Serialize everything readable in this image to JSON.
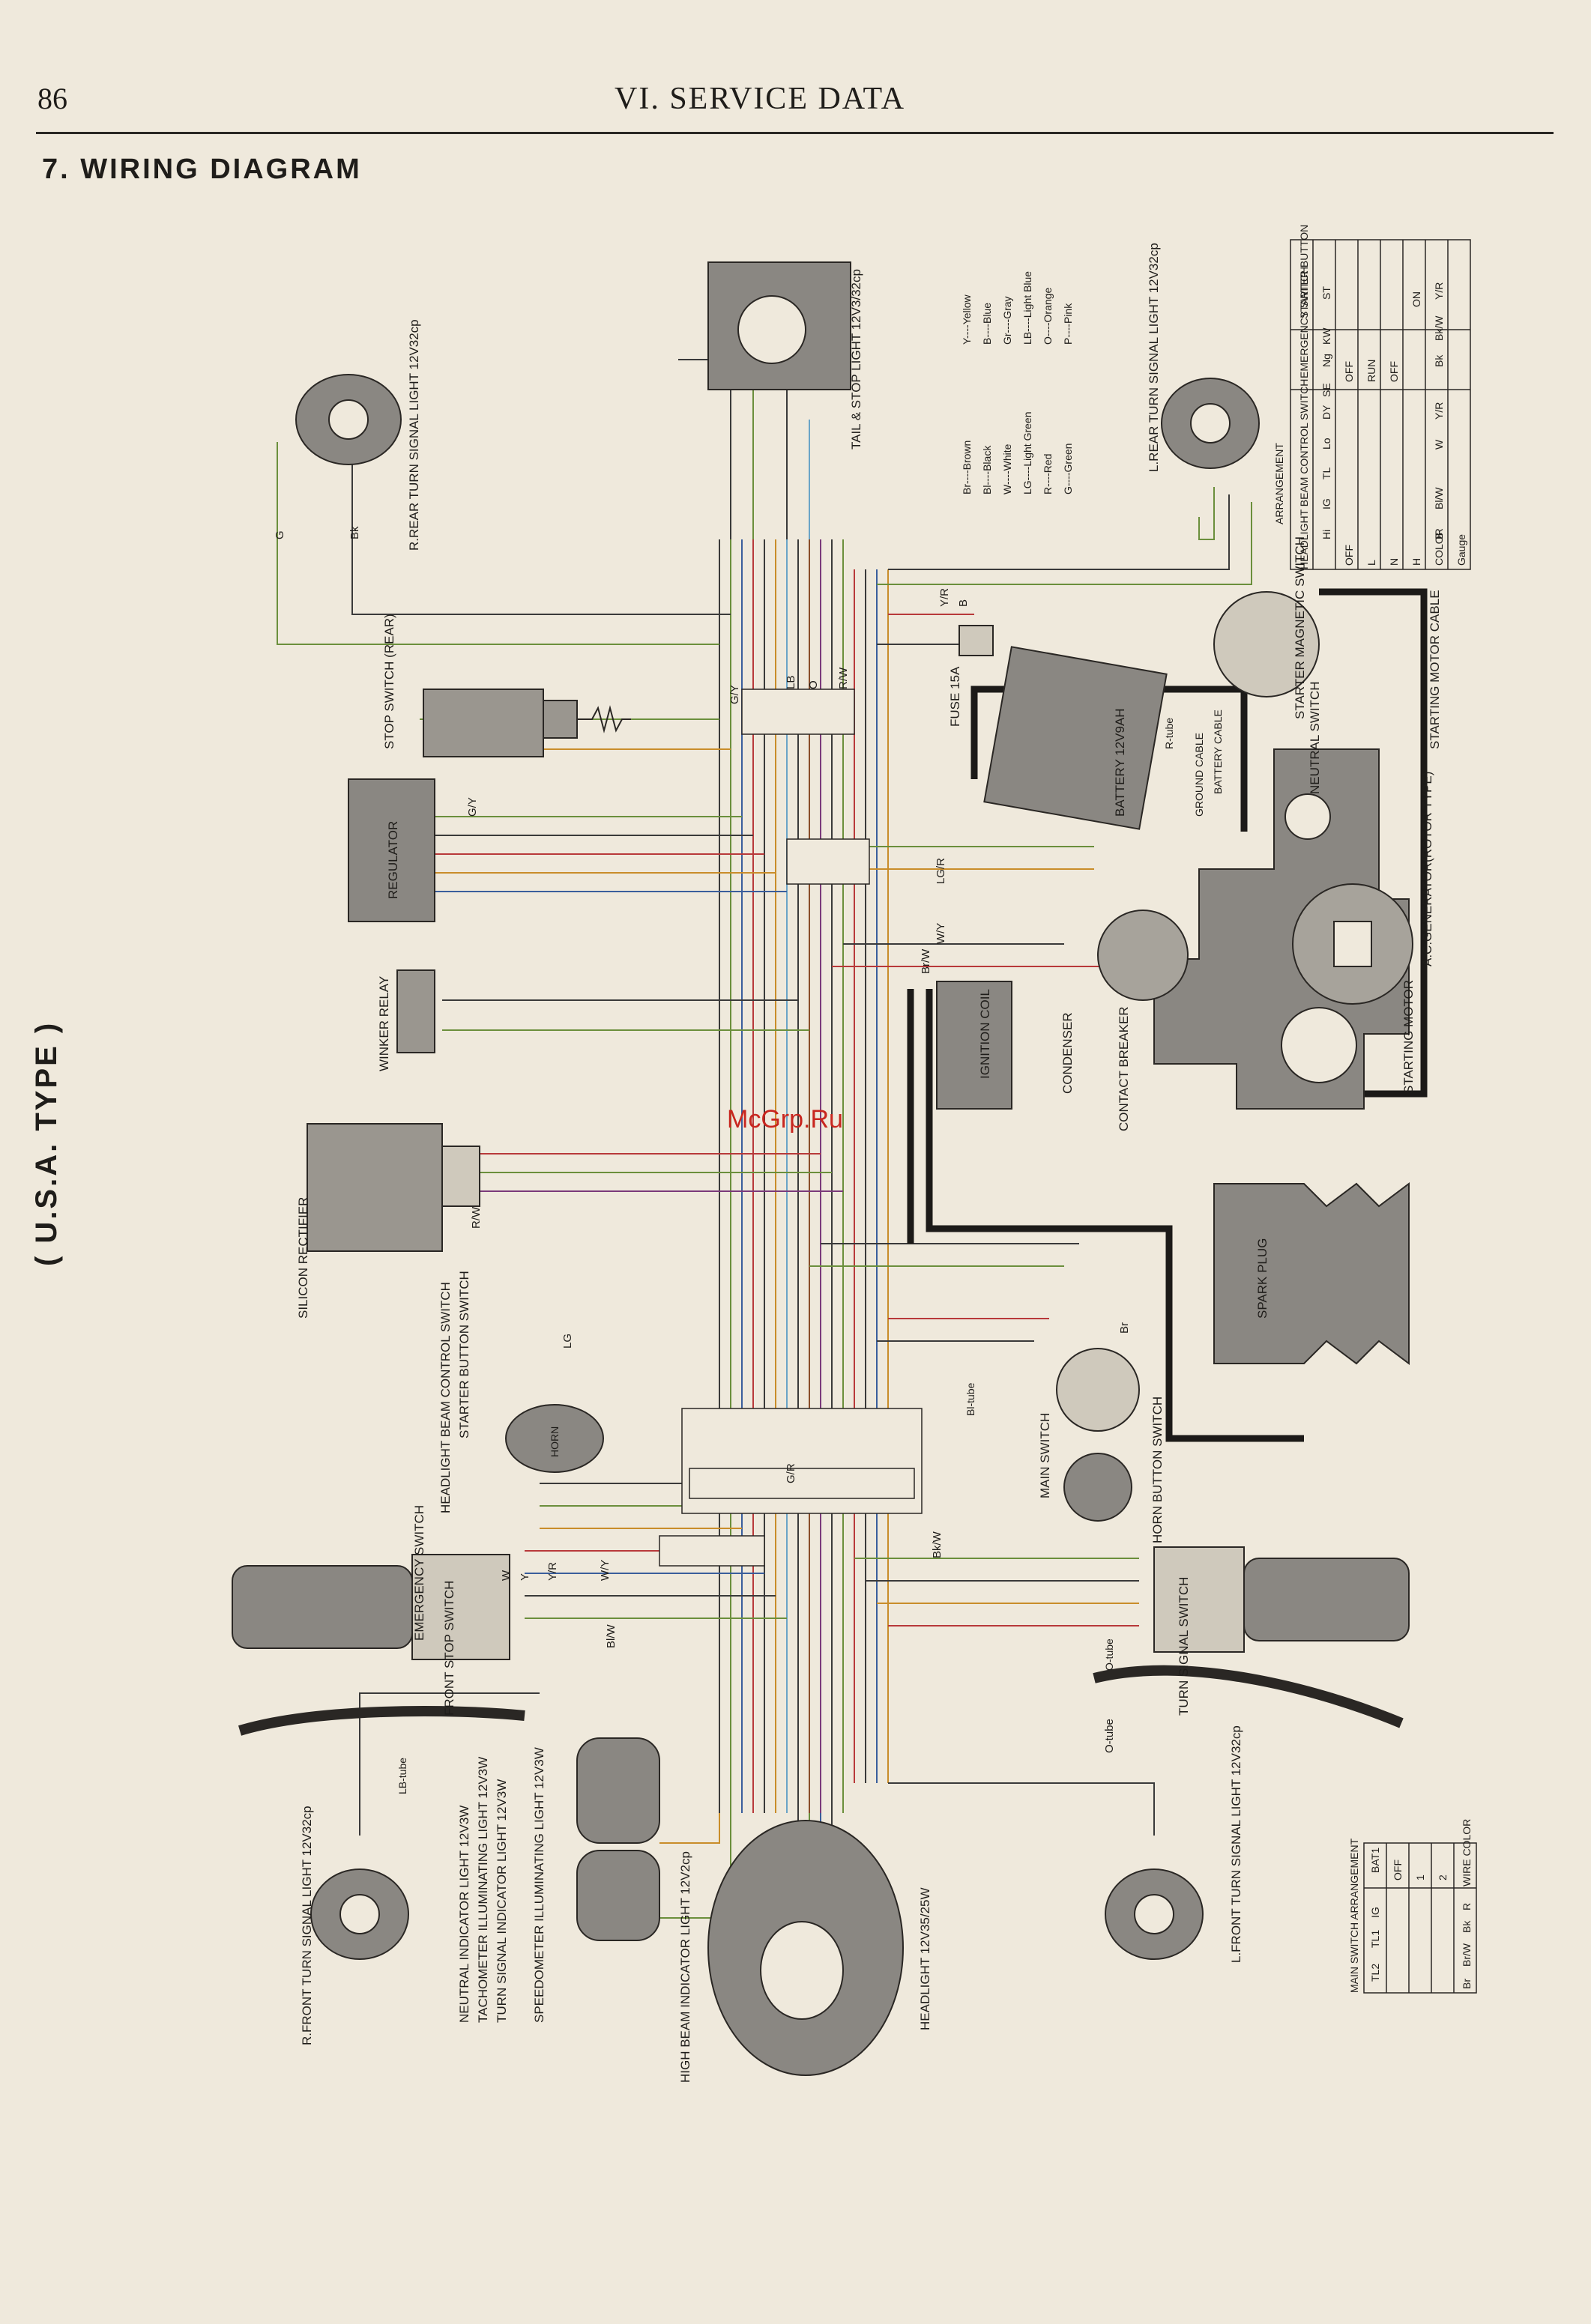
{
  "header": {
    "page_number": "86",
    "title": "VI. SERVICE DATA",
    "section_title": "7. WIRING DIAGRAM",
    "type_label": "( U.S.A. TYPE )",
    "watermark": "McGrp.Ru"
  },
  "components": {
    "r_rear_turn": "R.REAR TURN SIGNAL LIGHT 12V32cp",
    "tail_stop": "TAIL & STOP LIGHT 12V3/32cp",
    "l_rear_turn": "L.REAR TURN SIGNAL LIGHT 12V32cp",
    "stop_switch": "STOP SWITCH (REAR)",
    "regulator": "REGULATOR",
    "fuse": "FUSE 15A",
    "battery": "BATTERY 12V9AH",
    "ground_cable": "GROUND CABLE",
    "battery_cable": "BATTERY CABLE",
    "r_tube": "R-tube",
    "starter_magnetic": "STARTER MAGNETIC SWITCH",
    "starting_motor_cable": "STARTING MOTOR CABLE",
    "neutral_switch": "NEUTRAL SWITCH",
    "ac_generator": "A.C.GENERATOR(ROTOR TYPE)",
    "starting_motor": "STARTING MOTOR",
    "winker_relay": "WINKER RELAY",
    "ignition_coil": "IGNITION COIL",
    "condenser": "CONDENSER",
    "contact_breaker": "CONTACT BREAKER",
    "spark_plug": "SPARK PLUG",
    "silicon_rectifier": "SILICON RECTIFIER",
    "headlight_beam_control": "HEADLIGHT BEAM CONTROL SWITCH",
    "starter_button": "STARTER BUTTON SWITCH",
    "horn": "HORN",
    "main_switch": "MAIN SWITCH",
    "horn_button": "HORN BUTTON SWITCH",
    "emergency_switch": "EMERGENCY SWITCH",
    "front_stop": "FRONT STOP SWITCH",
    "turn_signal_switch": "TURN SIGNAL SWITCH",
    "r_front_turn": "R.FRONT TURN SIGNAL LIGHT 12V32cp",
    "l_front_turn": "L.FRONT TURN SIGNAL LIGHT 12V32cp",
    "neutral_ind": "NEUTRAL INDICATOR LIGHT 12V3W",
    "tacho_illum": "TACHOMETER ILLUMINATING LIGHT 12V3W",
    "turn_ind": "TURN SIGNAL INDICATOR LIGHT 12V3W",
    "speedo_illum": "SPEEDOMETER ILLUMINATING LIGHT 12V3W",
    "high_beam_ind": "HIGH BEAM INDICATOR LIGHT 12V2cp",
    "headlight": "HEADLIGHT 12V35/25W",
    "lb_tube": "LB-tube",
    "o_tube": "O-tube",
    "bl_tube": "Bl-tube"
  },
  "color_legend": {
    "left": [
      "Br----Brown",
      "Bl----Black",
      "W----White",
      "LG----Light Green",
      "R----Red",
      "G----Green"
    ],
    "right": [
      "Y----Yellow",
      "B----Blue",
      "Gr----Gray",
      "LB----Light Blue",
      "O----Orange",
      "P----Pink"
    ]
  },
  "switch_arrangement": {
    "title": "ARRANGEMENT",
    "groups": [
      "HEADLIGHT BEAM CONTROL SWITCH",
      "EMERGENCY SWITCH",
      "STARTER BUTTON"
    ],
    "columns": [
      "Hi",
      "IG",
      "TL",
      "Lo",
      "DY",
      "SE",
      "Ng",
      "KW",
      "ST"
    ],
    "rows": [
      "OFF",
      "L",
      "N",
      "H",
      "COLOR",
      "Gauge"
    ],
    "switch_rows": [
      "OFF",
      "RUN",
      "OFF",
      "ON"
    ],
    "colors": [
      "B",
      "Bl/W",
      "W",
      "Y/R",
      "Bk",
      "Bk/W",
      "Y/R"
    ]
  },
  "main_switch_arrangement": {
    "title": "MAIN SWITCH ARRANGEMENT",
    "columns": [
      "BAT1",
      "IG",
      "TL1",
      "TL2"
    ],
    "rows": [
      "OFF",
      "1",
      "2"
    ],
    "colors": [
      "R",
      "Bk",
      "Br/W",
      "Br"
    ],
    "color_row_label": "WIRE COLOR"
  },
  "wire_codes": [
    "G",
    "Bk",
    "G/Y",
    "Y/R",
    "B",
    "LB",
    "O",
    "R/W",
    "G/Y",
    "LG/R",
    "W/Y",
    "Br/W",
    "R/W",
    "G/R",
    "Bk/W",
    "Y/R",
    "W/Y",
    "LG",
    "Y",
    "W",
    "Br",
    "Bl/W",
    "O-tube"
  ]
}
